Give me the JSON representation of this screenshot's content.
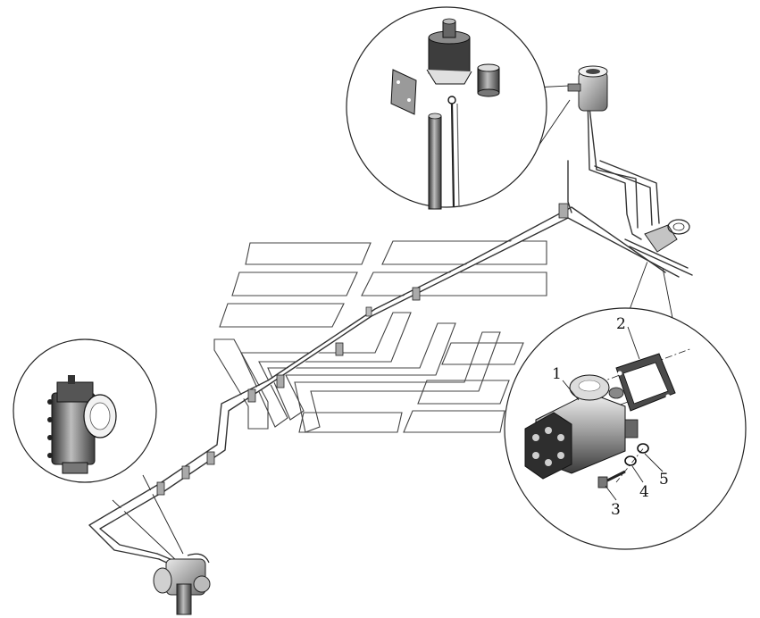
{
  "callouts": [
    {
      "id": "1",
      "text": "1"
    },
    {
      "id": "2",
      "text": "2"
    },
    {
      "id": "3",
      "text": "3"
    },
    {
      "id": "4",
      "text": "4"
    },
    {
      "id": "5",
      "text": "5"
    }
  ],
  "colors": {
    "line": "#222222",
    "metal_dark": "#3a3a3a",
    "metal_mid": "#8a8a8a",
    "metal_light": "#d8d8d8",
    "background": "#ffffff"
  }
}
